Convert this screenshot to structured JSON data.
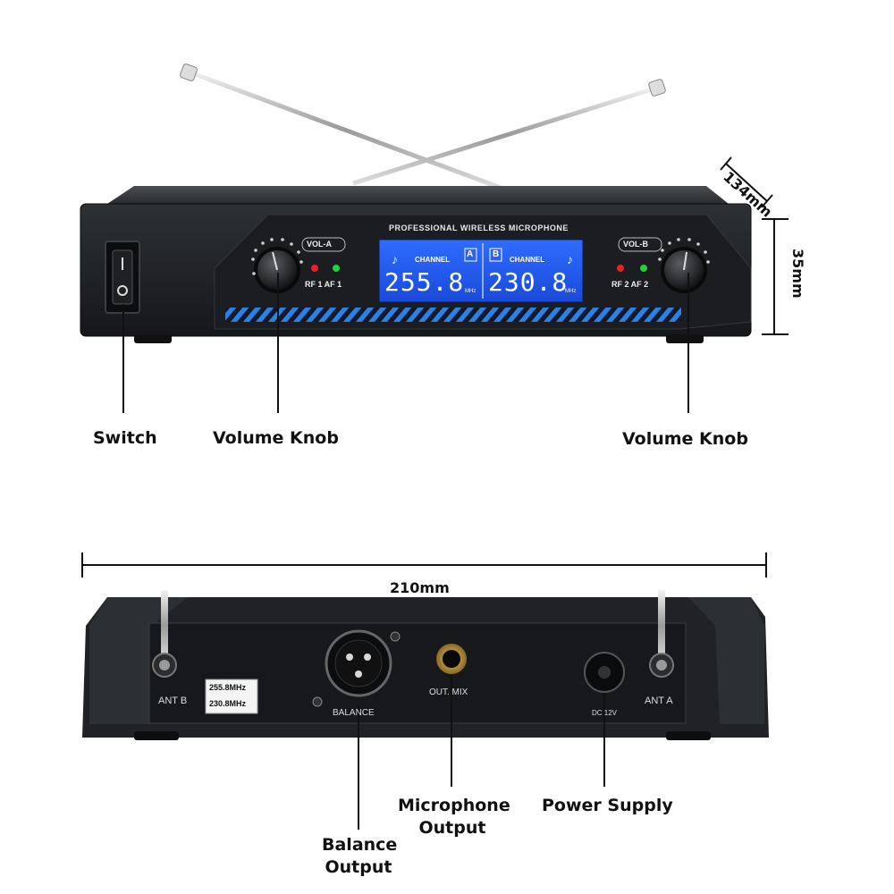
{
  "front": {
    "header_text": "PROFESSIONAL WIRELESS MICROPHONE",
    "vol_a_label": "VOL-A",
    "vol_b_label": "VOL-B",
    "rf_af_left": "RF 1 AF 1",
    "rf_af_right": "RF 2 AF 2",
    "display": {
      "left_channel_label": "CHANNEL",
      "left_channel_letter": "A",
      "left_frequency": "255.8",
      "right_channel_label": "CHANNEL",
      "right_channel_letter": "B",
      "right_frequency": "230.8",
      "unit": "MHz",
      "color": "#1f5cff"
    }
  },
  "back": {
    "sticker_line_1": "255.8MHz",
    "sticker_line_2": "230.8MHz",
    "ant_b_label": "ANT B",
    "ant_a_label": "ANT A",
    "balance_label": "BALANCE",
    "out_mix_label": "OUT. MIX",
    "dc_label": "DC 12V"
  },
  "callouts": {
    "switch": "Switch",
    "volume_knob_left": "Volume Knob",
    "volume_knob_right": "Volume Knob",
    "balance_output_line1": "Balance",
    "balance_output_line2": "Output",
    "microphone_output_line1": "Microphone",
    "microphone_output_line2": "Output",
    "power_supply": "Power Supply"
  },
  "dimensions": {
    "depth": "134mm",
    "height": "35mm",
    "width": "210mm"
  }
}
